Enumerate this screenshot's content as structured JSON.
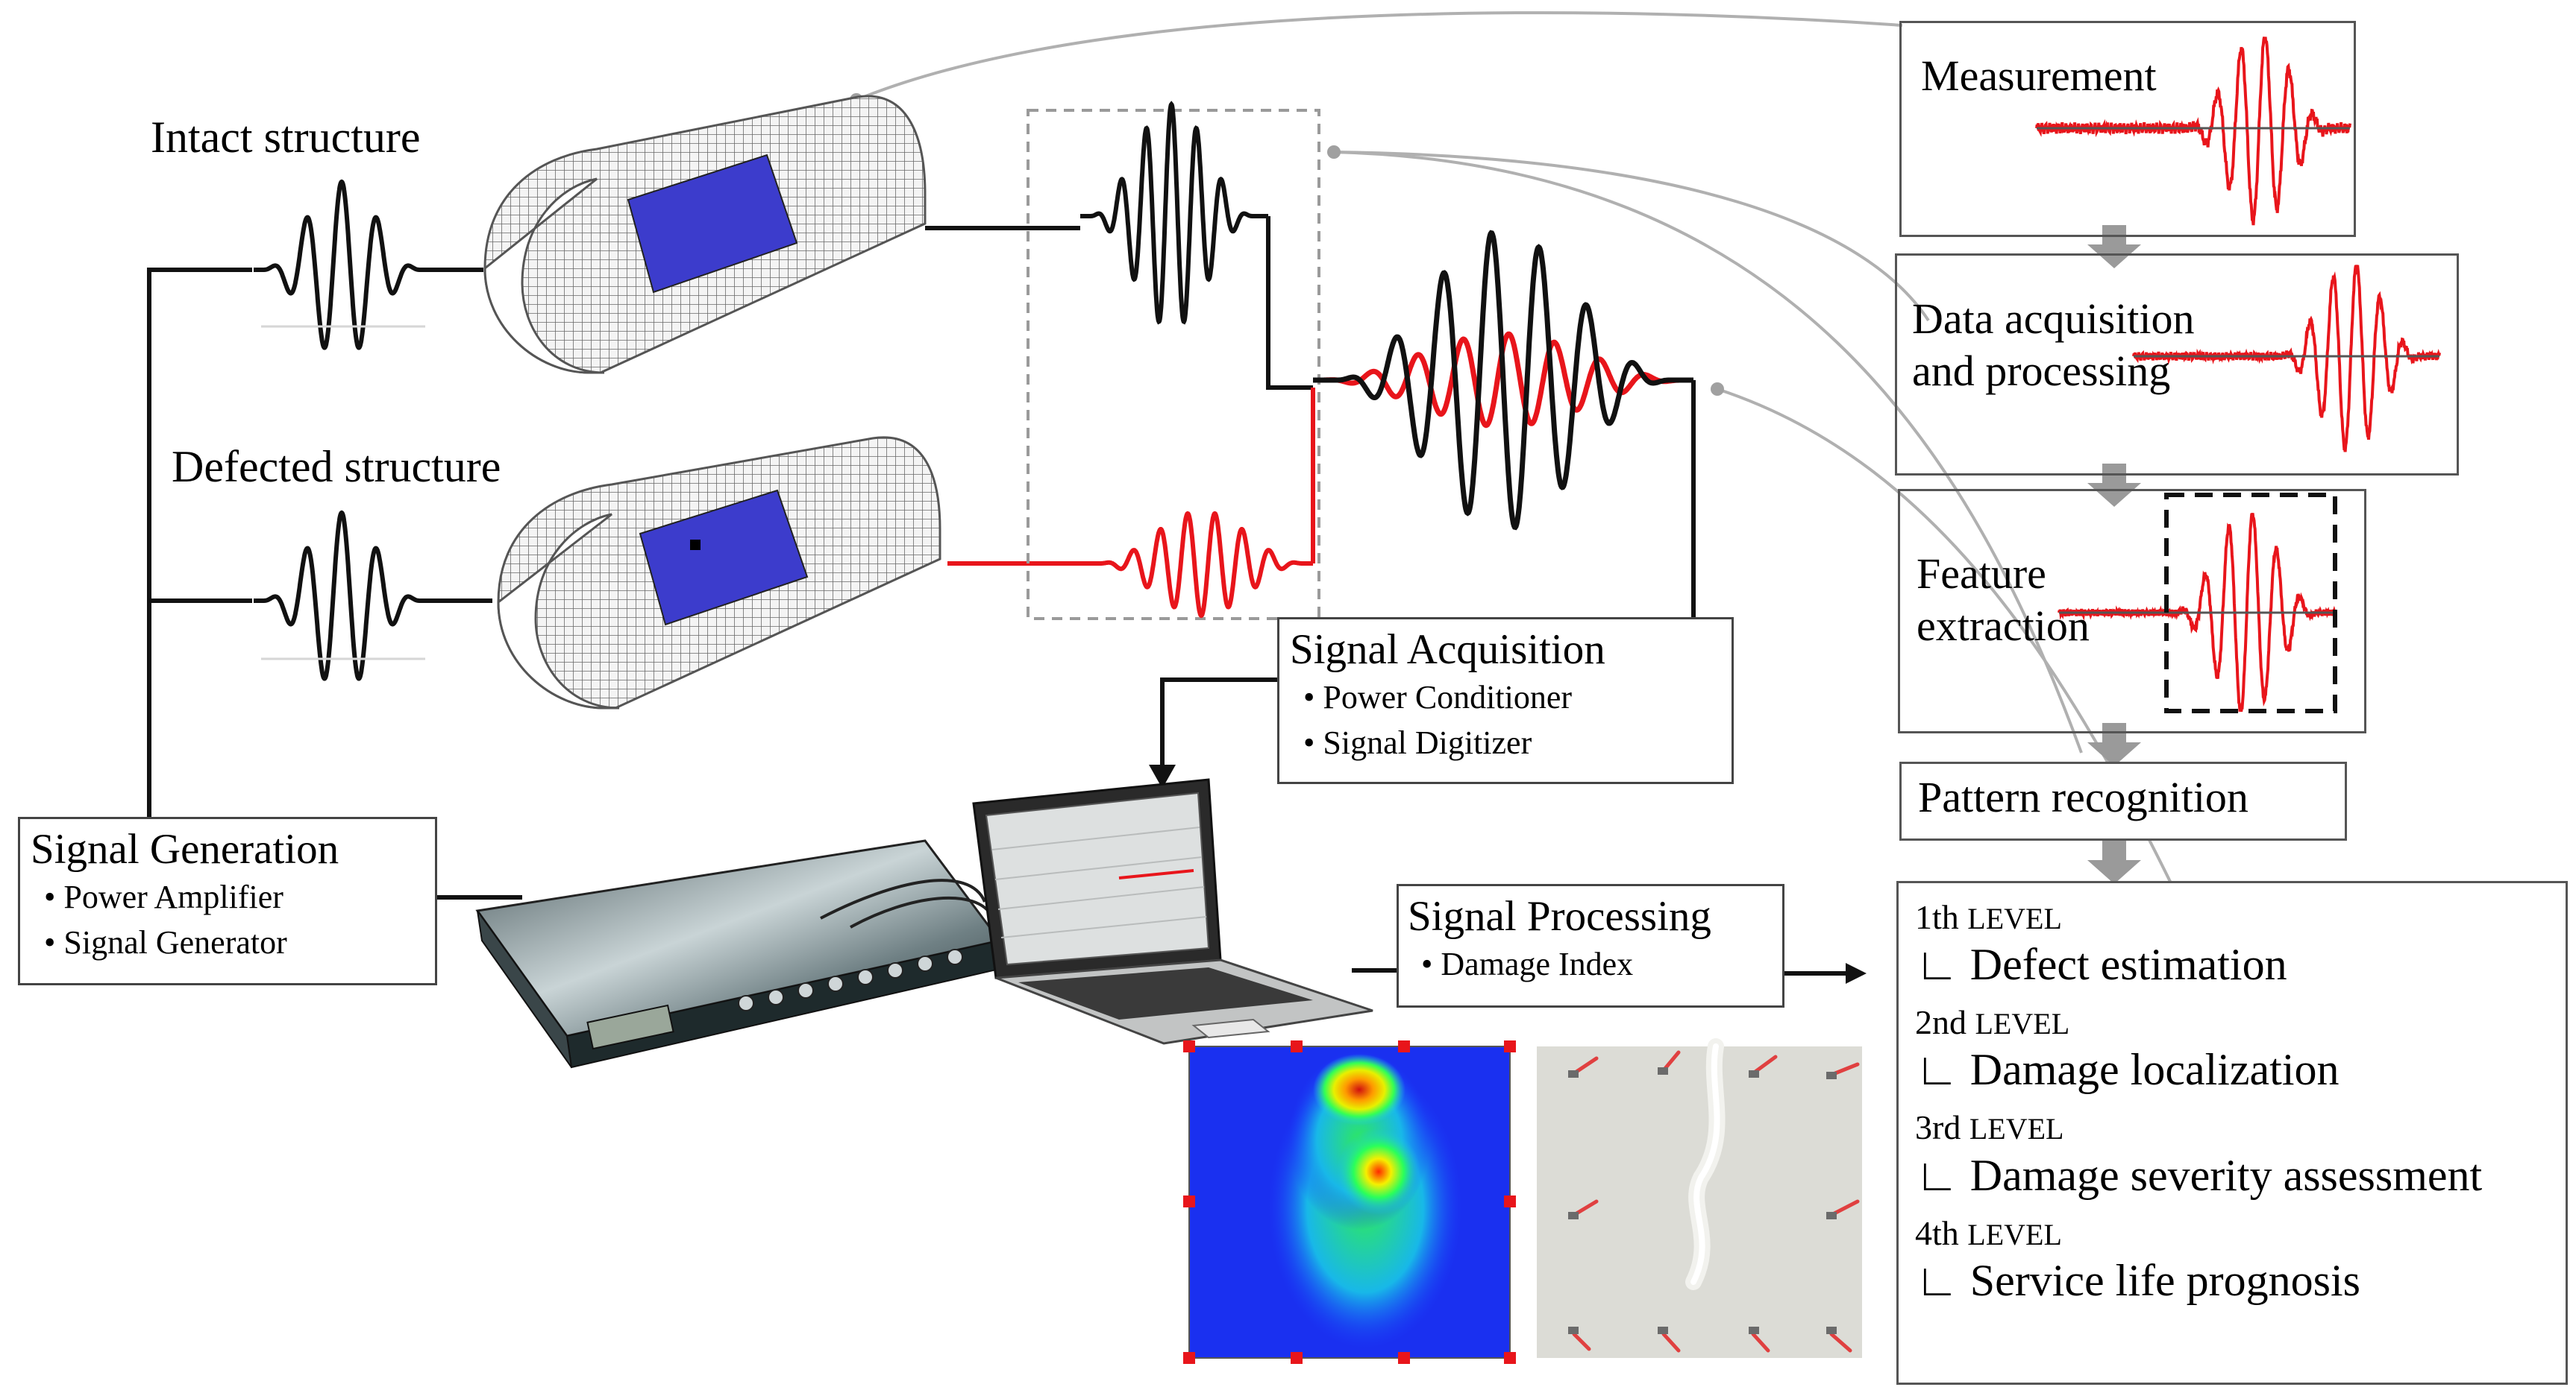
{
  "labels": {
    "intact": "Intact structure",
    "defected": "Defected structure"
  },
  "signal_generation": {
    "title": "Signal Generation",
    "items": [
      "Power Amplifier",
      "Signal Generator"
    ]
  },
  "signal_acquisition": {
    "title": "Signal Acquisition",
    "items": [
      "Power Conditioner",
      "Signal Digitizer"
    ]
  },
  "signal_processing": {
    "title": "Signal Processing",
    "items": [
      "Damage Index"
    ]
  },
  "pipeline": {
    "measurement": "Measurement",
    "data_acq_line1": "Data acquisition",
    "data_acq_line2": "and processing",
    "feature_line1": "Feature",
    "feature_line2": "extraction",
    "pattern": "Pattern recognition"
  },
  "levels": [
    {
      "num": "1th",
      "word": "LEVEL",
      "name": "Defect estimation"
    },
    {
      "num": "2nd",
      "word": "LEVEL",
      "name": "Damage localization"
    },
    {
      "num": "3rd",
      "word": "LEVEL",
      "name": "Damage severity assessment"
    },
    {
      "num": "4th",
      "word": "LEVEL",
      "name": "Service life prognosis"
    }
  ],
  "level_glyph": "∟",
  "colors": {
    "damage_signal": "#e8151b",
    "baseline_signal": "#111111",
    "panel_blue": "#3c3ccc",
    "arrow_gray": "#9a9a9a",
    "connector_gray": "#b0b0b0"
  }
}
